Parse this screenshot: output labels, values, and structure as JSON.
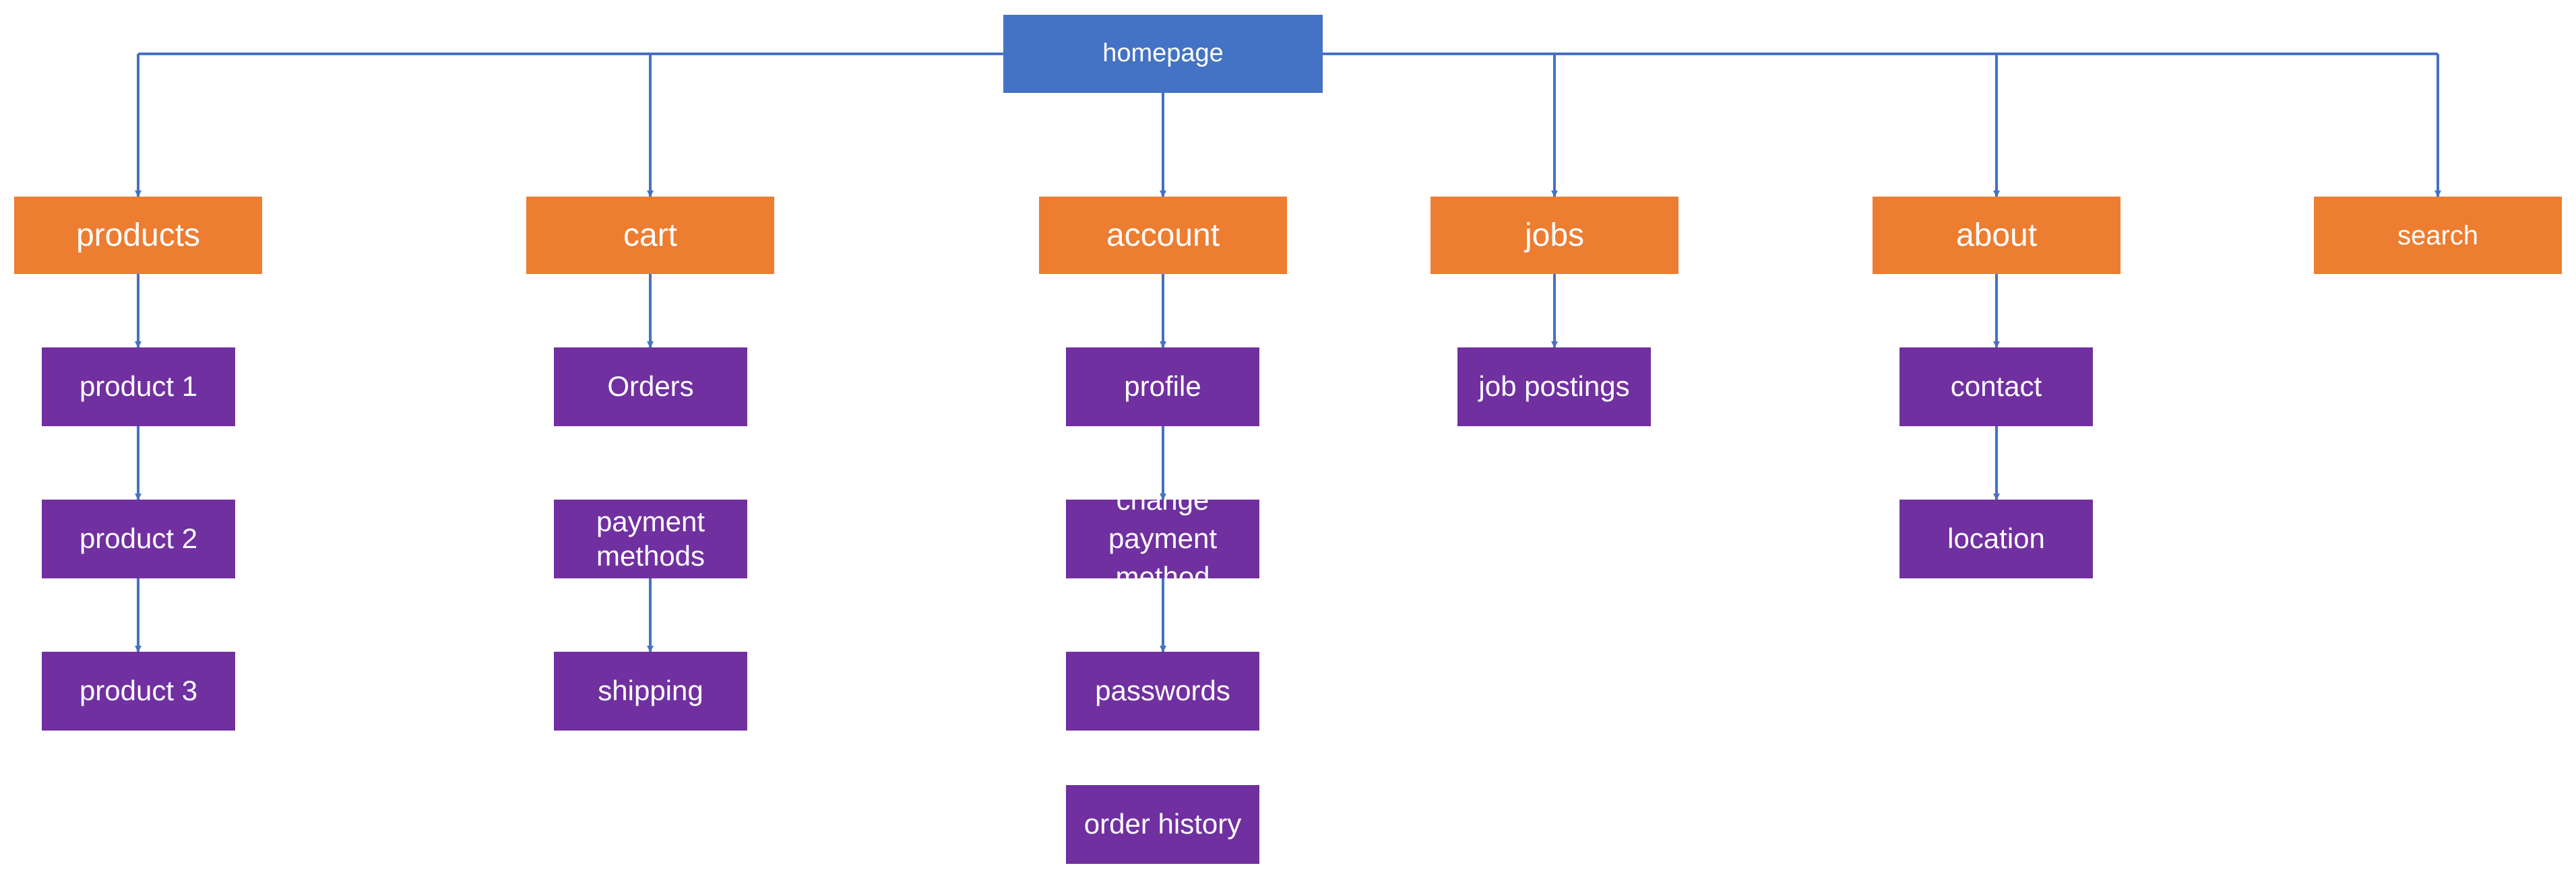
{
  "diagram": {
    "root": {
      "label": "homepage"
    },
    "sections": [
      {
        "id": "products",
        "label": "products"
      },
      {
        "id": "cart",
        "label": "cart"
      },
      {
        "id": "account",
        "label": "account"
      },
      {
        "id": "jobs",
        "label": "jobs"
      },
      {
        "id": "about",
        "label": "about"
      },
      {
        "id": "search",
        "label": "search"
      }
    ],
    "pages": {
      "products": [
        "product 1",
        "product 2",
        "product 3"
      ],
      "cart": [
        "Orders",
        "payment methods",
        "shipping"
      ],
      "account": [
        "profile",
        "change payment method",
        "passwords",
        "order history"
      ],
      "jobs": [
        "job postings"
      ],
      "about": [
        "contact",
        "location"
      ],
      "search": []
    }
  },
  "colors": {
    "root": "#4472c4",
    "section": "#ed7d31",
    "page": "#7030a0",
    "connector": "#4472c4",
    "text": "#ffffff"
  }
}
